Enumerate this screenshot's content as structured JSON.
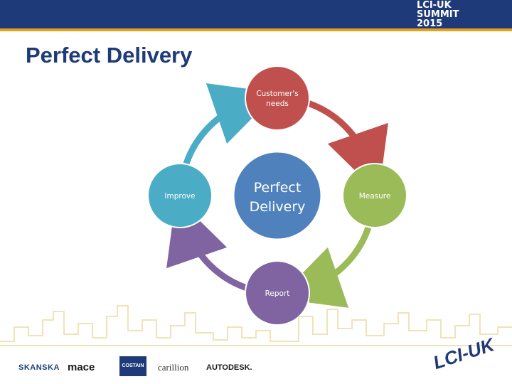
{
  "header": {
    "logo_line1": "LCI-UK",
    "logo_line2": "SUMMIT",
    "logo_line3": "2015"
  },
  "slide": {
    "title": "Perfect Delivery"
  },
  "diagram": {
    "center": "Perfect Delivery",
    "nodes": [
      {
        "id": "customers-needs",
        "label_lines": [
          "Customer's",
          "needs"
        ],
        "color": "#c0504d"
      },
      {
        "id": "measure",
        "label_lines": [
          "Measure"
        ],
        "color": "#9bbb59"
      },
      {
        "id": "report",
        "label_lines": [
          "Report"
        ],
        "color": "#8064a2"
      },
      {
        "id": "improve",
        "label_lines": [
          "Improve"
        ],
        "color": "#4bacc6"
      }
    ],
    "center_color": "#4f81bd"
  },
  "footer": {
    "sponsors": [
      "SKANSKA",
      "mace",
      "COSTAIN",
      "carillion",
      "AUTODESK."
    ],
    "brand": "LCI-UK"
  }
}
